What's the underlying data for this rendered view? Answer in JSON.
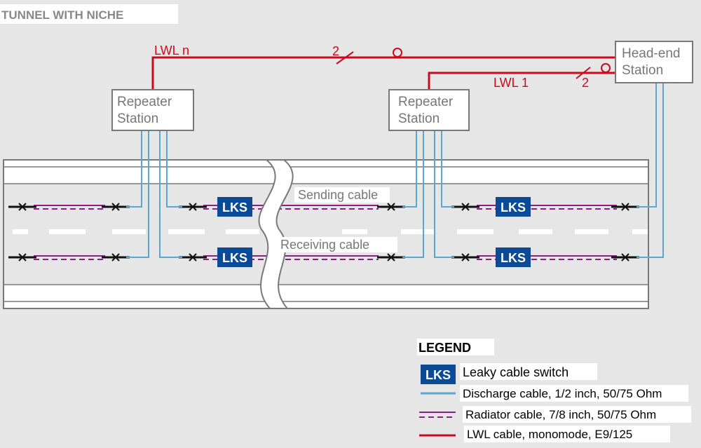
{
  "title": "TUNNEL WITH NICHE",
  "stations": {
    "repeater_left": [
      "Repeater",
      "Station"
    ],
    "repeater_right": [
      "Repeater",
      "Station"
    ],
    "head_end": [
      "Head-end",
      "Station"
    ]
  },
  "fiber": {
    "lwl_n": "LWL n",
    "lwl_1": "LWL 1",
    "count_n": "2",
    "count_1": "2"
  },
  "cables": {
    "sending": "Sending cable",
    "receiving": "Receiving cable"
  },
  "switch_label": "LKS",
  "legend": {
    "heading": "LEGEND",
    "switch_badge": "LKS",
    "items": {
      "switch": "Leaky cable switch",
      "discharge": "Discharge cable, 1/2 inch, 50/75 Ohm",
      "radiator": "Radiator cable, 7/8 inch, 50/75 Ohm",
      "lwl": "LWL cable, monomode, E9/125"
    }
  },
  "colors": {
    "fiber": "#cc0a1e",
    "discharge": "#5aa7cf",
    "radiator": "#8a1f86",
    "switch_fill": "#0a4a96",
    "tunnel_line": "#787878",
    "background": "#e6e6e6"
  }
}
